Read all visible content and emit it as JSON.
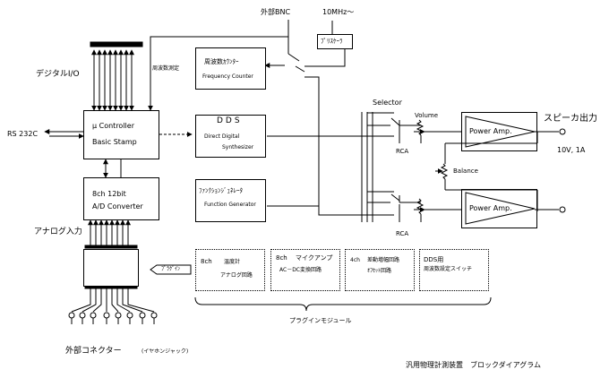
{
  "labels": {
    "external_bnc": "外部BNC",
    "ten_mhz": "10MHz〜",
    "prescaler": "ﾌﾟﾘｽｹｰﾗ",
    "digital_io": "デジタルI/O",
    "freq_measure": "周波数測定",
    "rs232c": "RS 232C",
    "analog_input": "アナログ入力",
    "plugin_tag": "ﾌﾟﾗｸﾞｲﾝ",
    "external_connector": "外部コネクター",
    "earphone_jack": "(イヤホンジャック)",
    "selector": "Selector",
    "volume": "Volume",
    "rca_top": "RCA",
    "rca_bottom": "RCA",
    "balance": "Balance",
    "speaker_output": "スピーカ出力",
    "output_spec": "10V,  1A",
    "plugin_module": "プラグインモジュール",
    "footer": "汎用物理計測装置　ブロックダイアグラム"
  },
  "blocks": {
    "controller_line1": "μ  Controller",
    "controller_line2": "Basic Stamp",
    "adc_line1": "8ch  12bit",
    "adc_line2": "A/D Converter",
    "freq_counter_jp": "周波数ｶｳﾝﾀｰ",
    "freq_counter_en": "Frequency Counter",
    "dds_title": "DDS",
    "dds_line1": "Direct Digital",
    "dds_line2": "Synthesizer",
    "func_gen_jp": "ﾌｧﾝｸｼｮﾝｼﾞｪﾈﾚｰﾀ",
    "func_gen_en": "Function Generator",
    "power_amp_top": "Power Amp.",
    "power_amp_bottom": "Power Amp."
  },
  "plugins": [
    {
      "ch": "8ch",
      "line1": "温度計",
      "line2": "アナログ回路"
    },
    {
      "ch": "8ch",
      "line1": "マイクアンプ",
      "line2": "AC－DC変換回路"
    },
    {
      "ch": "4ch",
      "line1": "差動増幅回路",
      "line2": "ｵﾌｾｯﾄ回路"
    },
    {
      "ch": "DDS用",
      "line1": "周波数設定スイッチ",
      "line2": ""
    }
  ]
}
